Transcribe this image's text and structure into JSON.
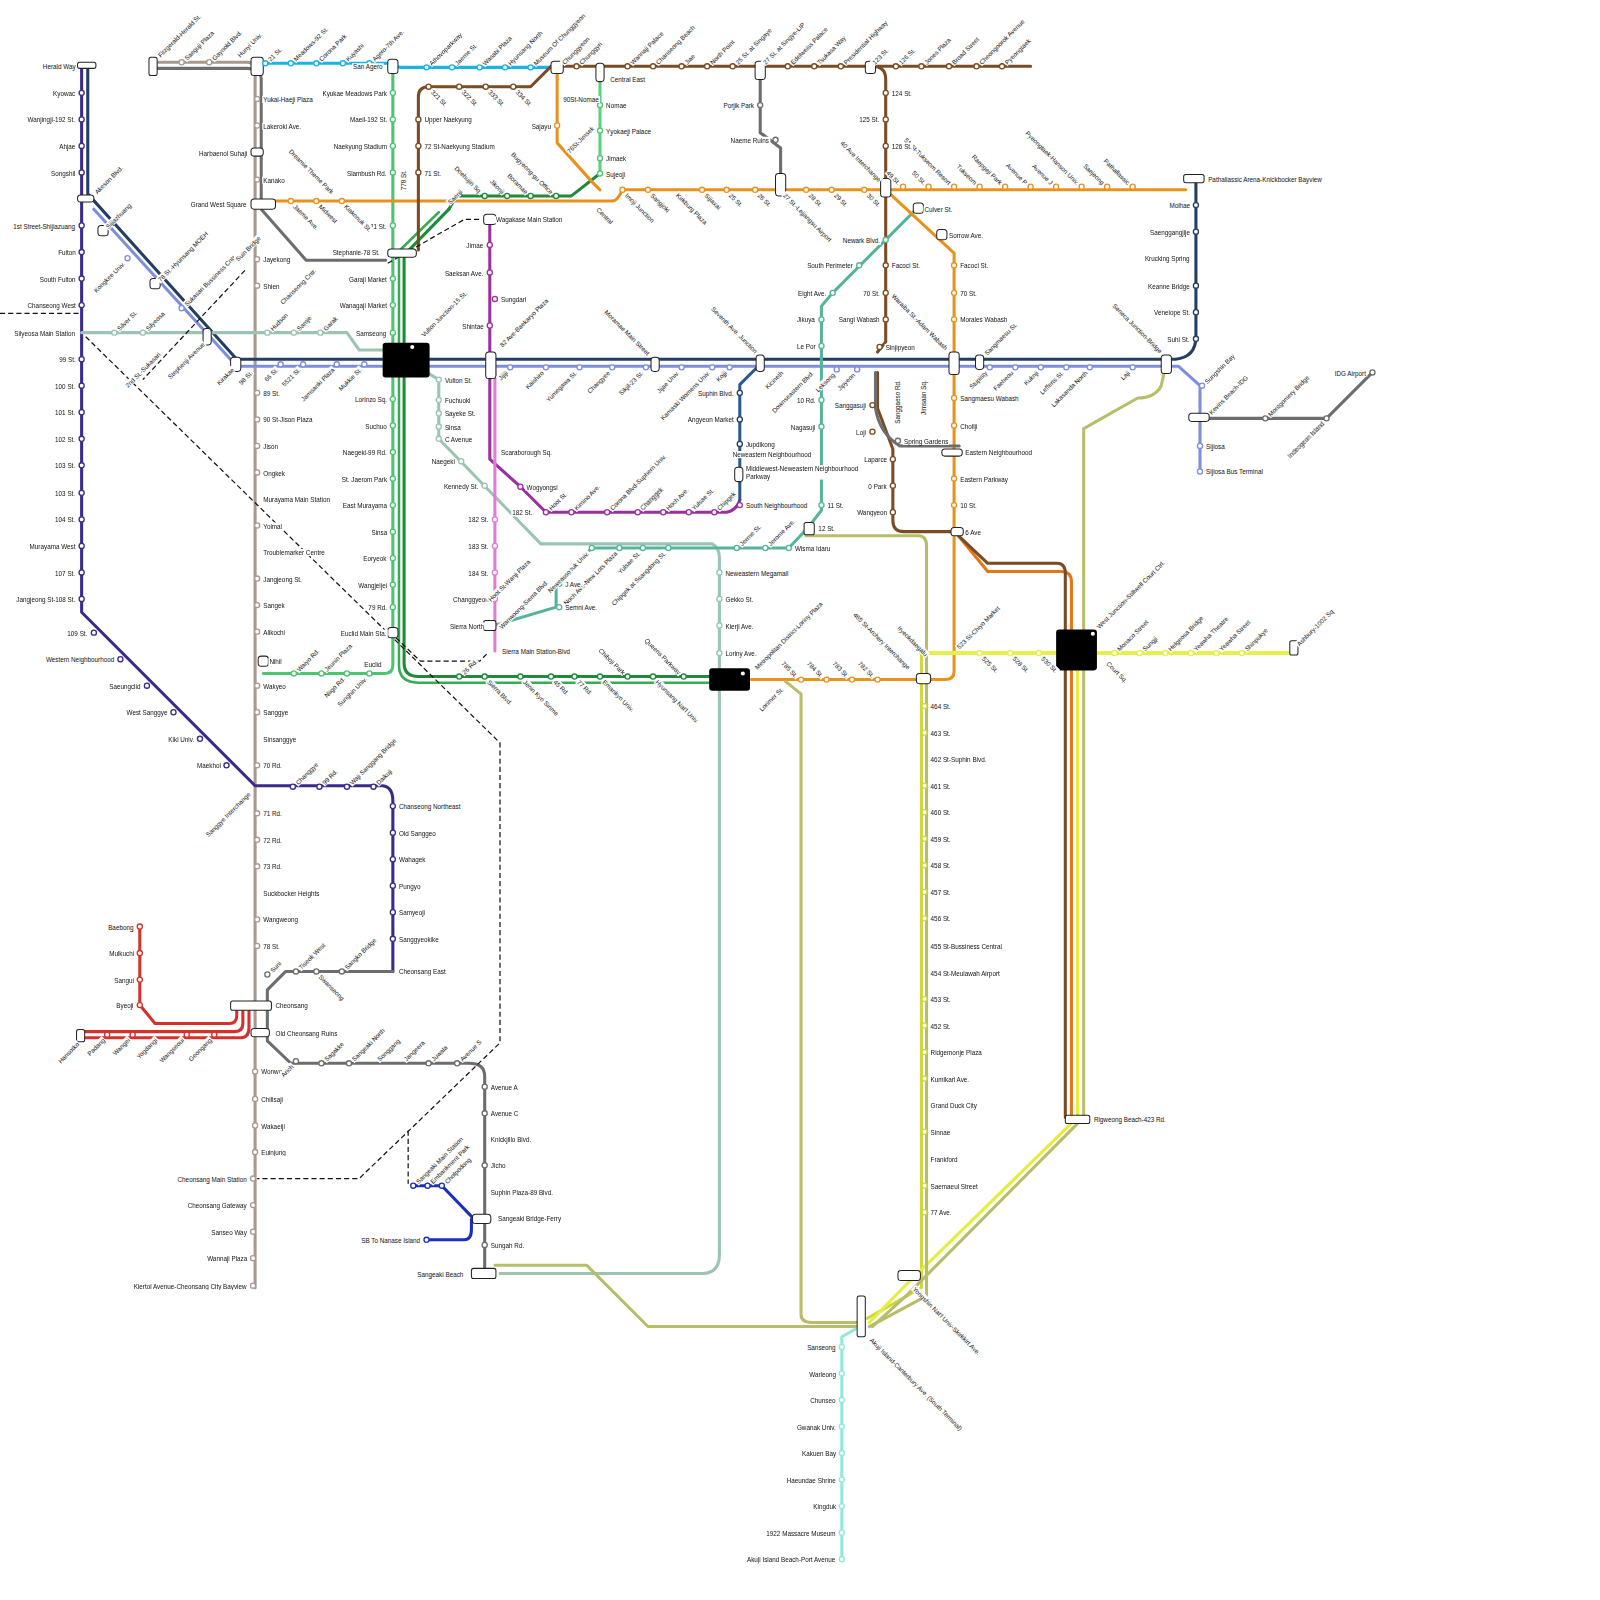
{
  "diagram": {
    "labels": [
      "Herald Way",
      "Kyowac",
      "Wanjingji-192 St.",
      "Ahjae",
      "Songshil",
      "Akeson Blvd.",
      "1st Street-Shijiazuang",
      "Fulton",
      "South Fulton",
      "Chanseong West",
      "Silyeosa Main Station",
      "99 St.",
      "100 St.",
      "101 St.",
      "102 St.",
      "103 St.",
      "103 St.",
      "104 St.",
      "Murayama West",
      "107 St.",
      "Jangjeong St-108 St.",
      "109 St.",
      "Western Neighbourhood",
      "Saeungclid",
      "West Sanggye",
      "Kiki Univ.",
      "Maekhol",
      "Changgye",
      "99 Rd.",
      "Waji Sanggang Bridge",
      "Daikuji",
      "Chanseong Northeast",
      "Old Sanggeo",
      "Wahagek",
      "Pungyo",
      "Samyeoji",
      "Sanggyeokike",
      "Cheonsang East",
      "Sijiazhuang",
      "Kongkee Univ.",
      "78 St.-Hyunsang MOEH",
      "Sukasari Bussiness Cntr.",
      "Kirakae",
      "Silver St.",
      "Silyeosa",
      "Stephenji Avenue",
      "2nd St.-Sukasari",
      "Hudson",
      "Samje",
      "Garak",
      "98 St.",
      "66 St.",
      "5521 St.",
      "Jamsanki Plaza",
      "Mukkie St.",
      "Yukai-Haeji Plaza",
      "Lakeroki Ave.",
      "Harbaenol Suhaji",
      "Kanako",
      "Grand West Square",
      "Jayekong",
      "Shien",
      "Suin Bridge",
      "Chanseong Cntr.",
      "89 St.",
      "90 St-Jison Plaza",
      "Jison",
      "Ongkek",
      "Murayama Main Station",
      "Yoimal",
      "Troublemarker Centre",
      "Jangjeong St.",
      "Sangek",
      "Alikochi",
      "Nihil",
      "Wakyeo",
      "Sanggye",
      "Sinsanggye",
      "70 Rd.",
      "Sanggye Interchange",
      "71 Rd.",
      "72 Rd.",
      "73 Rd.",
      "Suckbocker Heights",
      "Wangweong",
      "78 St.",
      "Cheonsang",
      "Old Cheonsang Ruins",
      "Wonwo",
      "Chilisaji",
      "Wakaeiji",
      "Euinjung",
      "Cheonsang Main Station",
      "Cheonsang Gateway",
      "Sanseo Way",
      "Wannaji Plaza",
      "Kiertol Avenue-Cheonsang City Bayview",
      "Fitzgerald-Herald St.",
      "Saeguji Plaza",
      "Gaynold Blvd.",
      "Hunyi Univ.",
      "21 St.",
      "Meadows-92 St.",
      "Corona Park",
      "Kuyashi",
      "Agero-7th Ave.",
      "San Agero",
      "Athovoparkway",
      "Jaeme St.",
      "Wasabi Plaza",
      "Hyunsang North",
      "Museum Of Chunggyeon",
      "Kyukae Meadows Park",
      "Maeil-192 St.",
      "Naekyung Stadium",
      "Slambush Rd.",
      "111 St.",
      "Stephanie-78 St.",
      "Garaji Market",
      "Wanagaji Market",
      "Samseong",
      "Vulton Junction-15 St.",
      "Lorinzo Sq.",
      "Suchuo",
      "Naegeki-99 Rd.",
      "St. Jaerom Park",
      "East Murayama",
      "Sinsa",
      "Eoryeok",
      "Wangjeijei",
      "79 Rd.",
      "Euclid Main Sta.",
      "Euclid",
      "Waiyo Rd.",
      "Jeunin Plaza",
      "Niigo Rd.",
      "Sunghin Univ.",
      "Dreamie Theme Park",
      "Jaeme Ave.",
      "Midwest",
      "Kiakonuk St.",
      "778 St.",
      "71 St.",
      "72 St-Naekyung Stadium",
      "Upper Naekyung",
      "321 St.",
      "322 St.",
      "333 St.",
      "334 St.",
      "Saenji",
      "Doehujin Sq.",
      "Jikonji",
      "Boramae",
      "Bugyeong-gu Office",
      "Sujeoji",
      "Central",
      "Imoji Junction",
      "Sangjoki",
      "Kirkburg Plaza",
      "Sijiaxai",
      "25 St.",
      "26 St.",
      "27 St.-Lejjangsu Airport",
      "28 St.",
      "29 St.",
      "30 St.",
      "40 Ave Interchange",
      "49 St.",
      "50 St.",
      "51 St-Tukseom Resort",
      "Tukseom",
      "Raepgeji Park",
      "Avenue P",
      "Avenue J",
      "Pyeongtaek-Hanson Univ.",
      "Saejeong",
      "Pathallassic",
      "Pathallassic Arena-Knickbocker Bayview",
      "Culver St.",
      "Sorrow Ave.",
      "Facoci St.",
      "70 St.",
      "Morales Wabash",
      "Sangmaesu St.",
      "Sangmaesu Wabash",
      "Chollji",
      "Eastern Neighbourhood",
      "Eastern Parkway",
      "10 St.",
      "6 Ave",
      "523 St-Chiyo Market",
      "525 St.",
      "528 St.",
      "530 St.",
      "West Junction-Stillwell Court Ctrl.",
      "Court Sq.",
      "Monaco Street",
      "Sungji",
      "Helgeosa Bridge",
      "Yeawha Theatre",
      "Yeawha Street",
      "Shinpukye",
      "Ashbury-1002 Sq",
      "Rigweong Beach-423 Rd.",
      "782 St.",
      "783 St.",
      "784 St.",
      "785 St.",
      "Lorimer St.",
      "Metropolitan District-Loriny Plaza",
      "465 St-Archery Interchange",
      "Iryeokdaegalu",
      "26 Rd.",
      "Sierra Blvd.",
      "Jenin Kyo Sinme",
      "45 Rd.",
      "77 Rd.",
      "Emankyo Univ.",
      "Chiboji Park",
      "Hyunsang Nat'l Univ.",
      "Queens Parkway",
      "Chunggyeon",
      "Chunggyri",
      "Central East",
      "Wannaji Palace",
      "Chanseong Beach",
      "Jiae",
      "North Point",
      "25 St. at Singaye",
      "27 St. at Singye-LIP",
      "Edelweiss Palace",
      "Tsukasa Way",
      "Presidential Highway",
      "123 St.",
      "126 St.",
      "Jones Plaza",
      "Broad Street",
      "Cheongoorok Avenue",
      "Pyeongtaek",
      "Porjik Park",
      "Naeme Ruins",
      "124 St.",
      "125 St.",
      "126 St.",
      "Facoci St.",
      "70 St.",
      "Sangi Wabash",
      "Sinjipyeon",
      "Waraiba St.-Adam Wabash",
      "90St-Nomae",
      "Nomae",
      "Sajayu",
      "76St-Jimsek",
      "Yyokaeji Palace",
      "Jimaek",
      "Wagakase Main Station",
      "Jimae",
      "Saeksan Ave.",
      "Sungdari",
      "Shintae",
      "82 Ave-Baekaryo Plaza",
      "Vulton St.",
      "Fuchuoki",
      "Sayeke St.",
      "Sinsa",
      "C Avenue",
      "Naegeki",
      "Kennedy St.",
      "Scaraborough Sq.",
      "Wogyongsi",
      "182 St.",
      "Hoot St.",
      "Kimino Ave.",
      "Corona Blvd-Suphern Univ.",
      "Changgek",
      "Hoch Ave.",
      "Yulsae St.",
      "Chipgek",
      "South Neighbourhood",
      "182 St.",
      "183 St.",
      "184 St.",
      "Changgyeon",
      "Sierra North",
      "Sierra Main Station-Blvd",
      "Newark Blvd.",
      "South Perimeter",
      "Eight Ave.",
      "Jikuya",
      "Le Por",
      "10 Rd.",
      "Nagasuji",
      "11 St.",
      "12 St.",
      "Wisma Idaru",
      "Jerome Ave.",
      "Jerrne St.",
      "Chipgek at Ssangdong St.",
      "Yulsae St.",
      "Noch Ave-New Lots Plaza",
      "Changeuk Univ.",
      "Neweasso",
      "J Ave.",
      "Semni Ave.",
      "Wanwoong-Sierra Blvd.",
      "Hoot St-Wanji Plaza",
      "Neweastern Megamall",
      "Gekko St.",
      "Kierji Ave.",
      "Loriny Ave.",
      "Suphin Blvd.",
      "Angyeon Market",
      "Jupdikong",
      "Neweastern Neighbourhood",
      "Middlewest-Neweastern Neighbourhood Parkway",
      "Jijiji",
      "Kaishiro",
      "Yumegawa St.",
      "Changyee",
      "Sikjil-23 St.",
      "Jijae Univ.",
      "Kamaski Womens Univ.",
      "Kojji",
      "Moramae Main Street",
      "Seventh Ave. Junction",
      "Kicineth",
      "Downseastern Blvd.",
      "Leksong",
      "Jipyeon",
      "Sanggaeso Rd.",
      "Jimsaan Sq.",
      "Stupisty",
      "Faeheou",
      "Kuknji",
      "Lefferts St.",
      "Lakasanda North",
      "Laji",
      "Seneca Junction-Bridge",
      "Sungshin Bay",
      "Kevins Beach-IDG",
      "Montgomery Bridge",
      "Indeogeon Island",
      "IDG Airport",
      "Sijiosa",
      "Sijiosa Bus Terminal",
      "Molhae",
      "Saenggangjije",
      "Krucking Spring",
      "Keanne Bridge",
      "Venelope St.",
      "Suhi St.",
      "Sanggasuji",
      "Loji",
      "Spring Gardens",
      "Laparce",
      "0 Park",
      "Wangyeon",
      "Suni",
      "Tiseok West",
      "Swanseong",
      "Sangko Bridge",
      "Arich",
      "Sagakke",
      "Sangeaki North",
      "Songgang",
      "Jangeera",
      "Juwala",
      "Avenue S",
      "Avenue A",
      "Avenue C",
      "Knickjillo Blvd.",
      "Jicho",
      "Suphin Plaza-89 Blvd.",
      "Sangeaki Bridge-Ferry",
      "Sungah Rd.",
      "Sangeaki Beach",
      "Sangeaki Main Station",
      "Embankment Park",
      "Cholpodong",
      "SB To Nanase Island",
      "Baebong",
      "Mulkuchi",
      "Sangui",
      "Byeoji",
      "Hansotko",
      "Padang",
      "Wangei",
      "Yogdangi",
      "Wangseoui",
      "Geongang",
      "464 St.",
      "463 St.",
      "462 St-Suphin Blvd.",
      "461 St.",
      "460 St.",
      "459 St.",
      "458 St.",
      "457 St.",
      "456 St.",
      "455 St-Bussiness Central",
      "454 St-Meulawah Airport",
      "453 St.",
      "452 St.",
      "Ridgemonje Plaza",
      "Kumikari Ave.",
      "Grand Duck City",
      "Sinnae",
      "Frankford",
      "Saemaeul Street",
      "77 Ave.",
      "Yongshin Nat'l Univ-Skirkkirt Ave.",
      "Akuji Island-Canterbury Ave. (South Terminal)",
      "Sanseong",
      "Warleong",
      "Chunseo",
      "Gwanak Univ.",
      "Kakuen Bay",
      "Haeundae Shrine",
      "Kingduk",
      "1922 Massacre Museum",
      "Akuji Island Beach-Port Avenue"
    ]
  }
}
